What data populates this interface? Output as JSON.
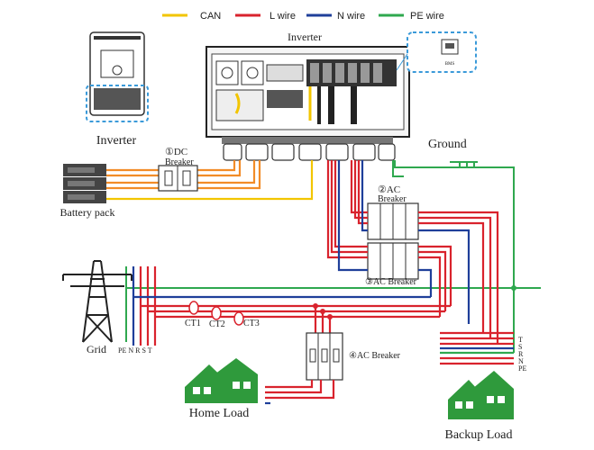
{
  "legend": [
    {
      "label": "CAN",
      "color": "#f2c500"
    },
    {
      "label": "L wire",
      "color": "#d9232d"
    },
    {
      "label": "N wire",
      "color": "#1f3f9a"
    },
    {
      "label": "PE wire",
      "color": "#2fa84f"
    }
  ],
  "labels": {
    "inverter_top": "Inverter",
    "inverter_side": "Inverter",
    "bms": "BMS",
    "dc_breaker_num": "①DC",
    "dc_breaker": "Breaker",
    "battery_pack": "Battery pack",
    "ground": "Ground",
    "ac_breaker2_num": "②AC",
    "ac_breaker2": "Breaker",
    "ac_breaker3": "③AC Breaker",
    "ac_breaker4": "④AC Breaker",
    "ct1": "CT1",
    "ct2": "CT2",
    "ct3": "CT3",
    "grid": "Grid",
    "grid_phases": "PE N R S T",
    "home_load": "Home Load",
    "backup_load": "Backup Load",
    "backup_phases": [
      "T",
      "S",
      "R",
      "N",
      "PE"
    ]
  },
  "colors": {
    "can": "#f2c500",
    "l_wire": "#d9232d",
    "n_wire": "#1f3f9a",
    "pe_wire": "#2fa84f",
    "dc_wire": "#f28c28",
    "house": "#2f9a3c",
    "highlight": "#3a9ad9"
  }
}
